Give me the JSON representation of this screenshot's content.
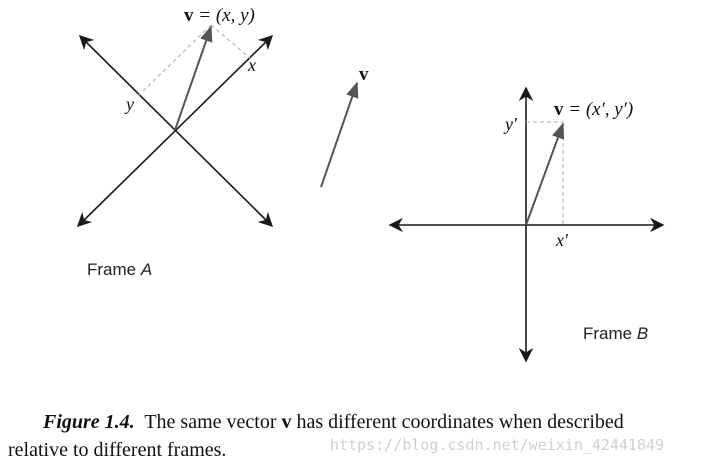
{
  "diagram": {
    "frame_a": {
      "label_prefix": "Frame ",
      "label_var": "A",
      "vector_label_bold": "v",
      "vector_label_rest": " = (x, y)",
      "x_axis_label": "x",
      "y_axis_label": "y"
    },
    "free_vector": {
      "label": "v"
    },
    "frame_b": {
      "label_prefix": "Frame ",
      "label_var": "B",
      "vector_label_bold": "v",
      "vector_label_rest": " = (x′, y′)",
      "x_axis_label": "x′",
      "y_axis_label": "y′"
    }
  },
  "caption": {
    "figure_label": "Figure 1.4.",
    "text_before": "  The same vector ",
    "vector": "v",
    "text_after": " has different coordinates when described",
    "line2": "relative to different frames."
  },
  "watermark": "https://blog.csdn.net/weixin_42441849",
  "colors": {
    "axis": "#1a1a1a",
    "vector": "#555555",
    "dashed": "#b8b8b8",
    "watermark": "#cfcfcf"
  }
}
